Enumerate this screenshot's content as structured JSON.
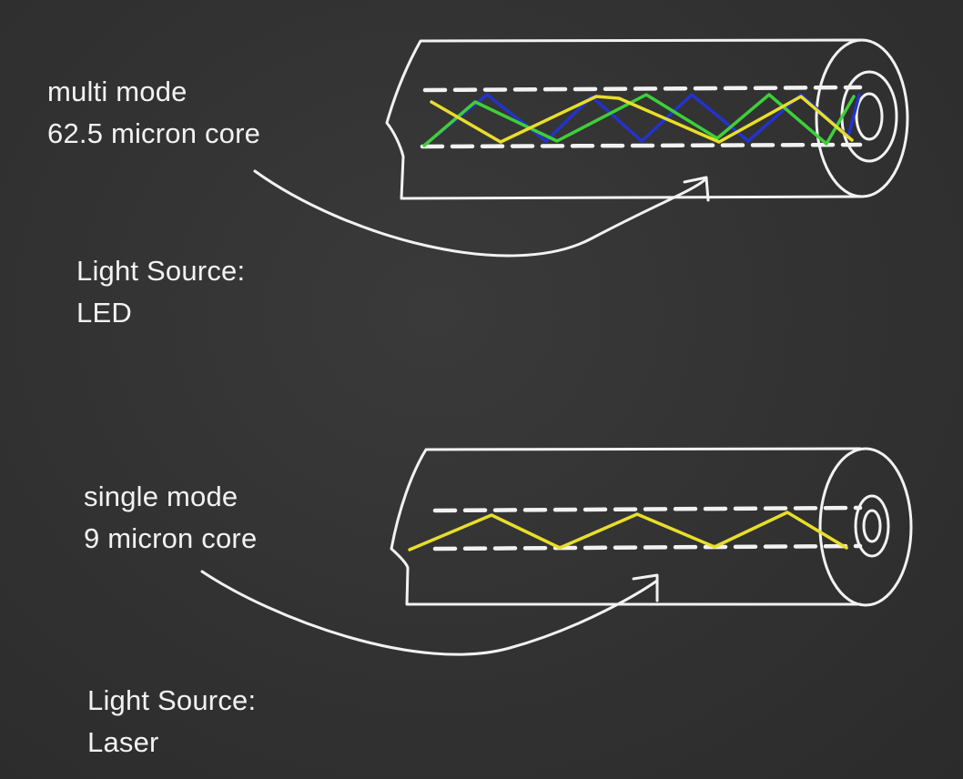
{
  "colors": {
    "background": "#333333",
    "chalk": "#f2f2f2",
    "ray_green": "#3fcf3a",
    "ray_yellow": "#e8de2a",
    "ray_blue": "#2233cc"
  },
  "multimode": {
    "line1": "multi mode",
    "line2": "62.5 micron core",
    "source_label": "Light Source:",
    "source_value": "LED"
  },
  "singlemode": {
    "line1": "single mode",
    "line2": "9 micron core",
    "source_label": "Light Source:",
    "source_value": "Laser"
  }
}
